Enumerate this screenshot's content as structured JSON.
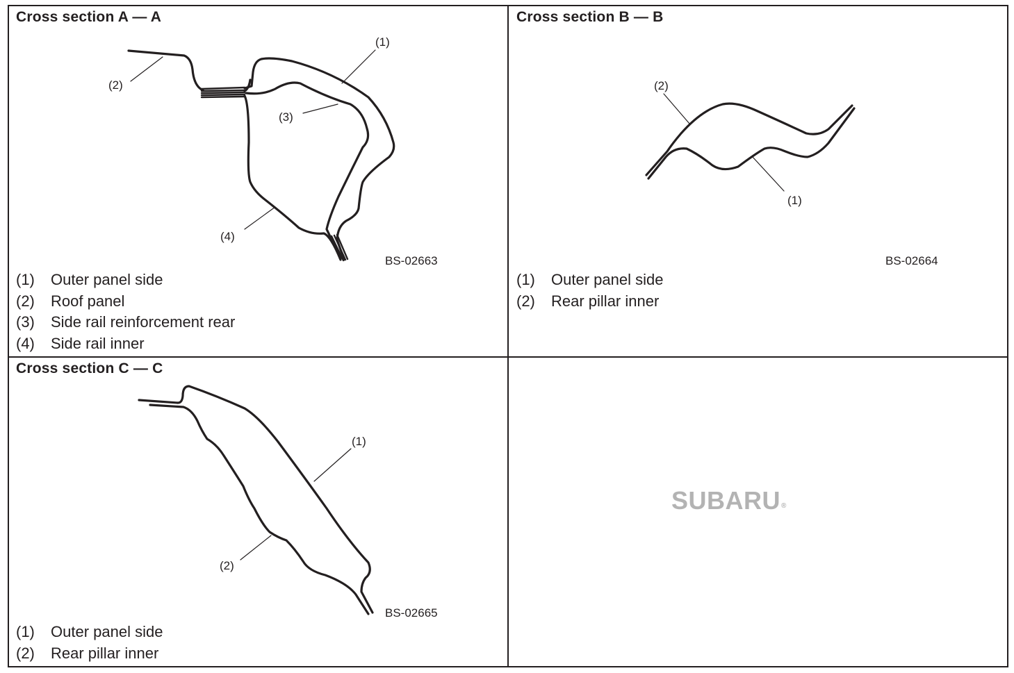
{
  "panels": {
    "a": {
      "title": "Cross section A — A",
      "code": "BS-02663",
      "callouts": [
        "(1)",
        "(2)",
        "(3)",
        "(4)"
      ],
      "legend": [
        {
          "num": "(1)",
          "text": "Outer panel side"
        },
        {
          "num": "(2)",
          "text": "Roof panel"
        },
        {
          "num": "(3)",
          "text": "Side rail reinforcement rear"
        },
        {
          "num": "(4)",
          "text": "Side rail inner"
        }
      ]
    },
    "b": {
      "title": "Cross section B — B",
      "code": "BS-02664",
      "callouts": [
        "(1)",
        "(2)"
      ],
      "legend": [
        {
          "num": "(1)",
          "text": "Outer panel side"
        },
        {
          "num": "(2)",
          "text": "Rear pillar inner"
        }
      ]
    },
    "c": {
      "title": "Cross section C — C",
      "code": "BS-02665",
      "callouts": [
        "(1)",
        "(2)"
      ],
      "legend": [
        {
          "num": "(1)",
          "text": "Outer panel side"
        },
        {
          "num": "(2)",
          "text": "Rear pillar inner"
        }
      ]
    },
    "d": {
      "logo_text": "SUBARU",
      "logo_mark": "®"
    }
  },
  "colors": {
    "line": "#231f20",
    "logo": "#b3b3b3"
  }
}
